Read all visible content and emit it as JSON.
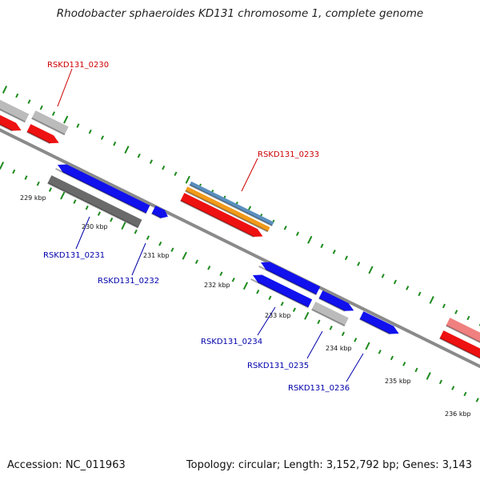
{
  "title": "Rhodobacter sphaeroides KD131 chromosome 1, complete genome",
  "footer": {
    "accession": "Accession: NC_011963",
    "summary": "Topology: circular; Length: 3,152,792 bp; Genes: 3,143"
  },
  "colors": {
    "background": "#ffffff",
    "backbone": "#8a8a8a",
    "tick": "#1e8a1e",
    "label_forward": "#cc0000",
    "label_reverse": "#0000aa",
    "gene_red": "#ee1111",
    "gene_blue": "#1111ee",
    "gene_grey": "#bbbbbb",
    "gene_darkgrey": "#6a6a6a",
    "gene_orange": "#f29a1a",
    "gene_steelblue": "#5a8fbf",
    "gene_pink": "#f08080"
  },
  "scale_labels": [
    "229 kbp",
    "230 kbp",
    "231 kbp",
    "232 kbp",
    "233 kbp",
    "234 kbp",
    "235 kbp",
    "236 kbp"
  ],
  "gene_labels": {
    "forward": [
      "RSKD131_0230",
      "RSKD131_0233"
    ],
    "reverse": [
      "RSKD131_0231",
      "RSKD131_0232",
      "RSKD131_0234",
      "RSKD131_0235",
      "RSKD131_0236"
    ]
  }
}
